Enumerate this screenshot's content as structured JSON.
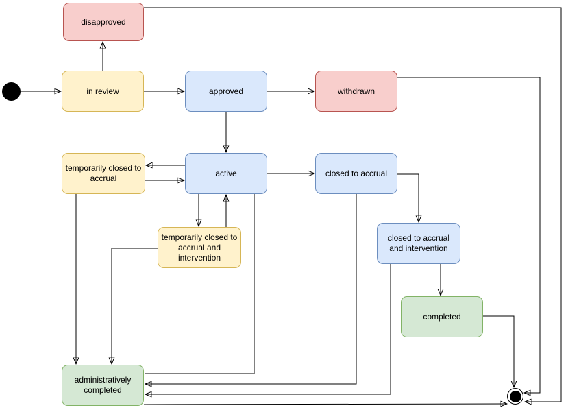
{
  "diagram": {
    "type": "state-machine",
    "background": "#ffffff",
    "edge_color": "#000000",
    "palette": {
      "red_fill": "#f8cecc",
      "red_stroke": "#b85450",
      "yellow_fill": "#fff2cc",
      "yellow_stroke": "#d6b656",
      "blue_fill": "#dae8fc",
      "blue_stroke": "#6c8ebf",
      "green_fill": "#d5e8d4",
      "green_stroke": "#82b366"
    },
    "nodes": [
      {
        "id": "disapproved",
        "label": "disapproved",
        "color": "red"
      },
      {
        "id": "in-review",
        "label": "in review",
        "color": "yellow"
      },
      {
        "id": "approved",
        "label": "approved",
        "color": "blue"
      },
      {
        "id": "withdrawn",
        "label": "withdrawn",
        "color": "red"
      },
      {
        "id": "temporarily-closed-to-accrual",
        "label": "temporarily closed to\naccrual",
        "color": "yellow"
      },
      {
        "id": "active",
        "label": "active",
        "color": "blue"
      },
      {
        "id": "closed-to-accrual",
        "label": "closed to accrual",
        "color": "blue"
      },
      {
        "id": "temporarily-closed-to-accrual-and-intervention",
        "label": "temporarily closed to\naccrual and\nintervention",
        "color": "yellow"
      },
      {
        "id": "closed-to-accrual-and-intervention",
        "label": "closed to accrual\nand intervention",
        "color": "blue"
      },
      {
        "id": "completed",
        "label": "completed",
        "color": "green"
      },
      {
        "id": "administratively-completed",
        "label": "administratively\ncompleted",
        "color": "green"
      }
    ],
    "pseudo_states": [
      {
        "id": "initial-state",
        "type": "initial-filled-circle"
      },
      {
        "id": "final-state",
        "type": "final-ringed-circle"
      }
    ],
    "edges": [
      {
        "from": "initial-state",
        "to": "in-review"
      },
      {
        "from": "in-review",
        "to": "disapproved"
      },
      {
        "from": "in-review",
        "to": "approved"
      },
      {
        "from": "approved",
        "to": "withdrawn"
      },
      {
        "from": "approved",
        "to": "active"
      },
      {
        "from": "disapproved",
        "to": "final-state"
      },
      {
        "from": "withdrawn",
        "to": "final-state"
      },
      {
        "from": "active",
        "to": "temporarily-closed-to-accrual"
      },
      {
        "from": "temporarily-closed-to-accrual",
        "to": "active"
      },
      {
        "from": "active",
        "to": "closed-to-accrual"
      },
      {
        "from": "active",
        "to": "temporarily-closed-to-accrual-and-intervention"
      },
      {
        "from": "temporarily-closed-to-accrual-and-intervention",
        "to": "active"
      },
      {
        "from": "active",
        "to": "administratively-completed"
      },
      {
        "from": "closed-to-accrual",
        "to": "closed-to-accrual-and-intervention"
      },
      {
        "from": "closed-to-accrual",
        "to": "administratively-completed"
      },
      {
        "from": "closed-to-accrual-and-intervention",
        "to": "completed"
      },
      {
        "from": "closed-to-accrual-and-intervention",
        "to": "administratively-completed"
      },
      {
        "from": "completed",
        "to": "final-state"
      },
      {
        "from": "temporarily-closed-to-accrual",
        "to": "administratively-completed"
      },
      {
        "from": "temporarily-closed-to-accrual-and-intervention",
        "to": "administratively-completed"
      },
      {
        "from": "administratively-completed",
        "to": "final-state"
      }
    ]
  }
}
